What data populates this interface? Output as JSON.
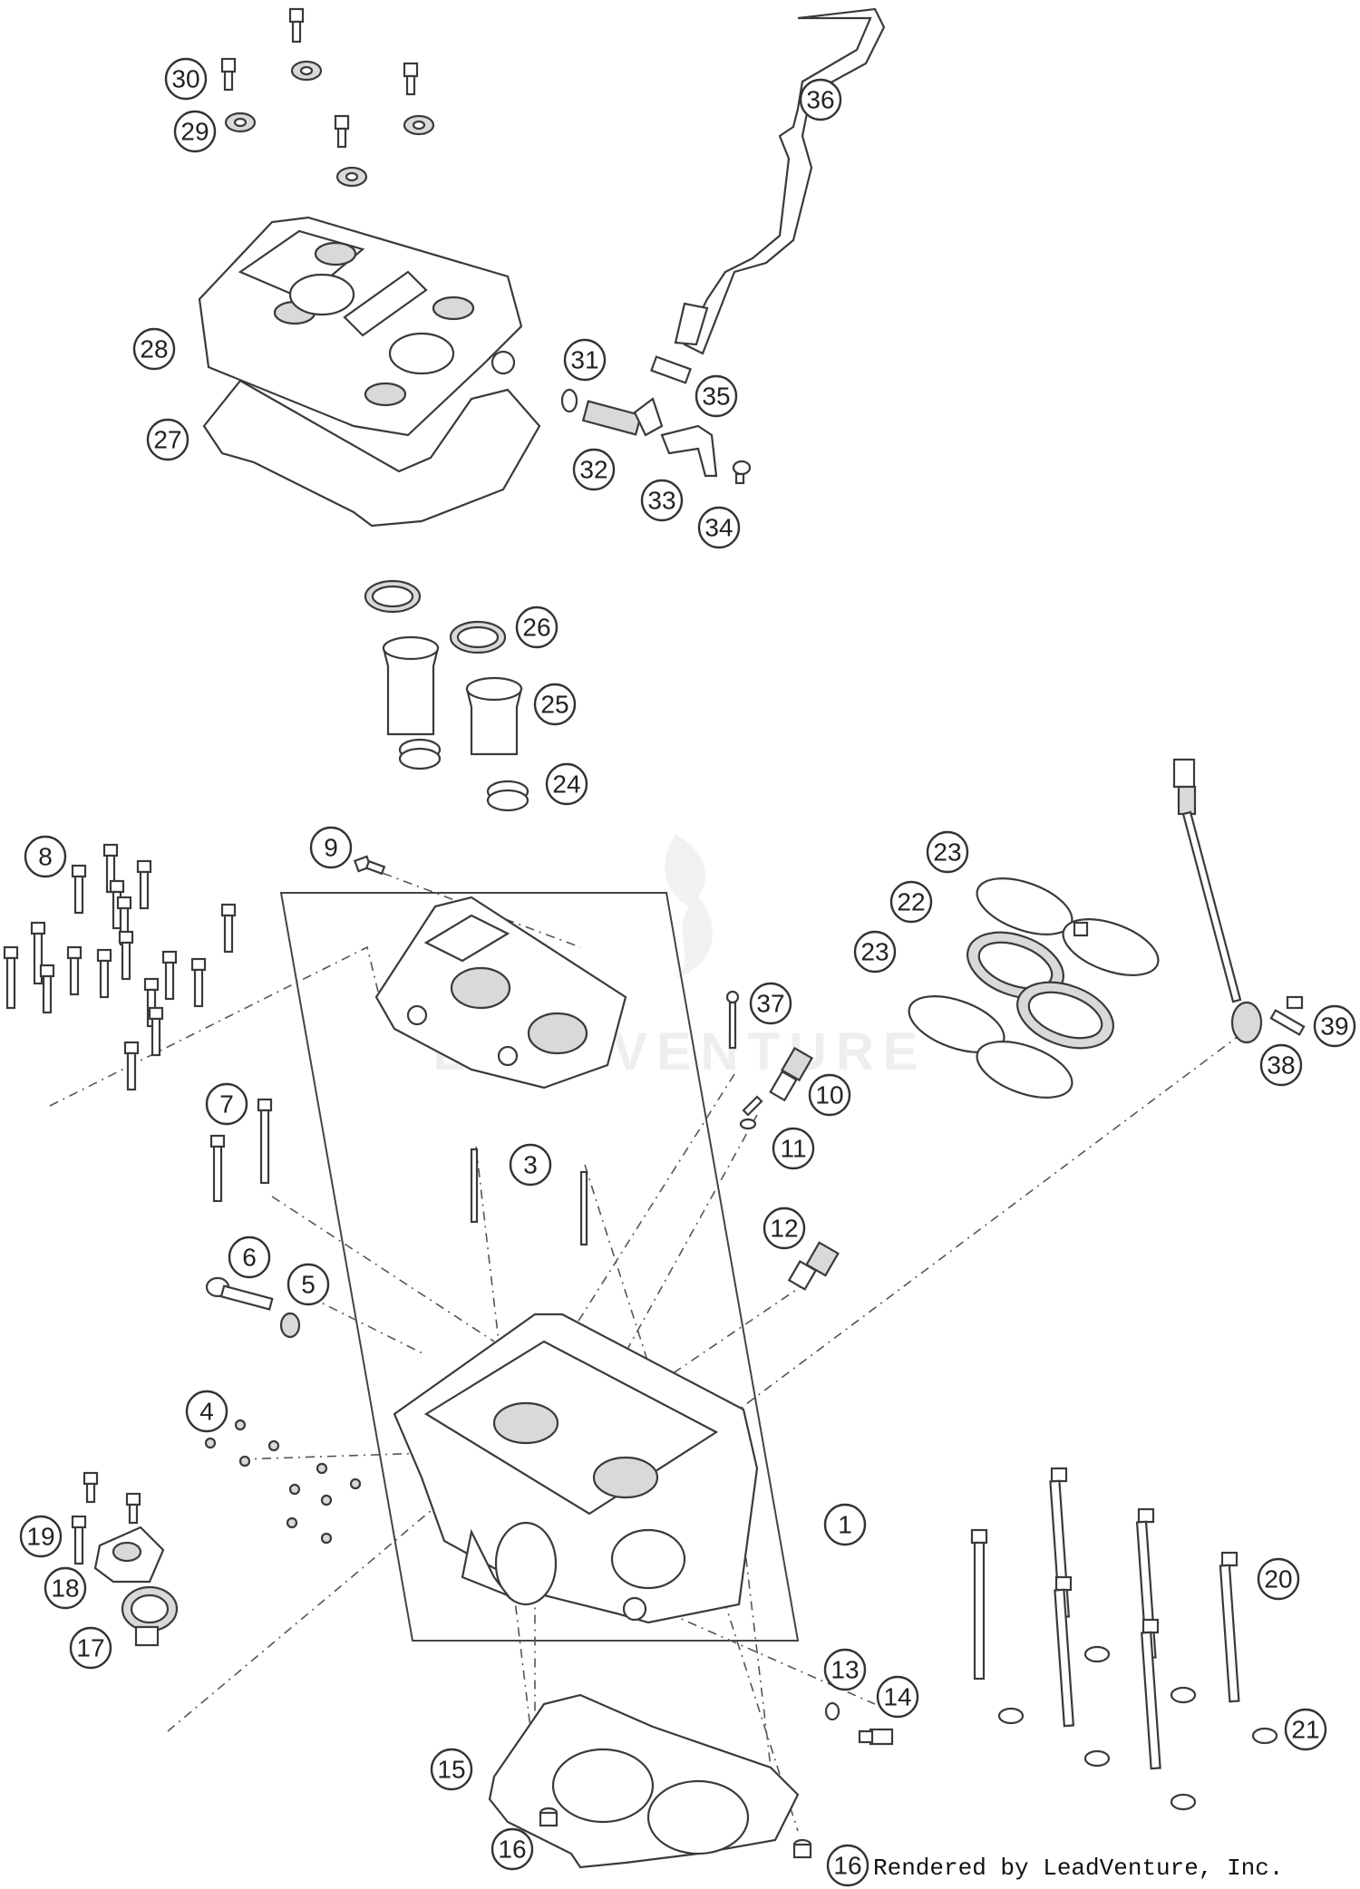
{
  "callouts": [
    {
      "id": "30",
      "label": "30"
    },
    {
      "id": "29",
      "label": "29"
    },
    {
      "id": "36",
      "label": "36"
    },
    {
      "id": "28",
      "label": "28"
    },
    {
      "id": "27",
      "label": "27"
    },
    {
      "id": "31",
      "label": "31"
    },
    {
      "id": "35",
      "label": "35"
    },
    {
      "id": "32",
      "label": "32"
    },
    {
      "id": "33",
      "label": "33"
    },
    {
      "id": "34",
      "label": "34"
    },
    {
      "id": "26",
      "label": "26"
    },
    {
      "id": "25",
      "label": "25"
    },
    {
      "id": "24",
      "label": "24"
    },
    {
      "id": "8",
      "label": "8"
    },
    {
      "id": "9",
      "label": "9"
    },
    {
      "id": "23a",
      "label": "23"
    },
    {
      "id": "22",
      "label": "22"
    },
    {
      "id": "23b",
      "label": "23"
    },
    {
      "id": "37",
      "label": "37"
    },
    {
      "id": "39",
      "label": "39"
    },
    {
      "id": "38",
      "label": "38"
    },
    {
      "id": "10",
      "label": "10"
    },
    {
      "id": "7",
      "label": "7"
    },
    {
      "id": "3",
      "label": "3"
    },
    {
      "id": "11",
      "label": "11"
    },
    {
      "id": "12",
      "label": "12"
    },
    {
      "id": "6",
      "label": "6"
    },
    {
      "id": "5",
      "label": "5"
    },
    {
      "id": "4",
      "label": "4"
    },
    {
      "id": "1",
      "label": "1"
    },
    {
      "id": "19",
      "label": "19"
    },
    {
      "id": "18",
      "label": "18"
    },
    {
      "id": "17",
      "label": "17"
    },
    {
      "id": "20",
      "label": "20"
    },
    {
      "id": "13",
      "label": "13"
    },
    {
      "id": "14",
      "label": "14"
    },
    {
      "id": "21",
      "label": "21"
    },
    {
      "id": "15",
      "label": "15"
    },
    {
      "id": "16a",
      "label": "16"
    },
    {
      "id": "16b",
      "label": "16"
    }
  ],
  "watermark": "LEADVENTURE",
  "footer_text": "Rendered by LeadVenture, Inc."
}
